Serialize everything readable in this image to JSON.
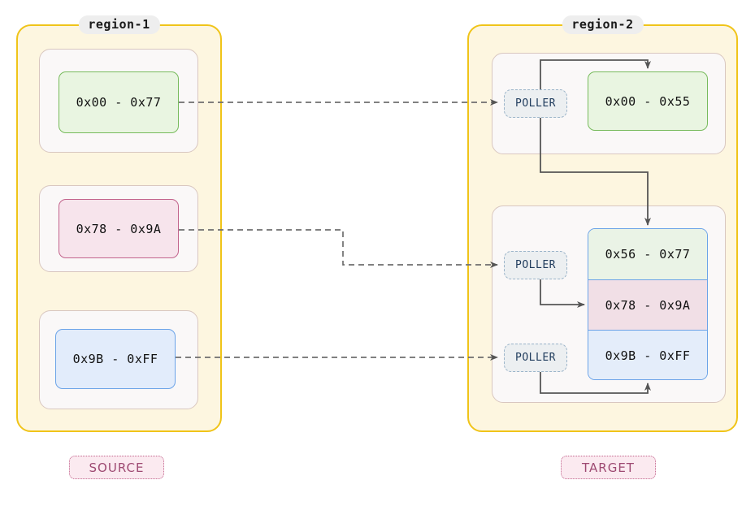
{
  "diagram": {
    "background": "#ffffff",
    "accent_region": "#f0c419",
    "accent_green": "#77bb5c",
    "accent_pink": "#c2638c",
    "accent_blue": "#6ba3e8",
    "edge_color": "#6e6e6e"
  },
  "regions": [
    {
      "id": "region-1",
      "label": "region-1",
      "role_caption": "SOURCE",
      "blocks": [
        {
          "label": "0x00 - 0x77",
          "color": "green"
        },
        {
          "label": "0x78 - 0x9A",
          "color": "pink"
        },
        {
          "label": "0x9B - 0xFF",
          "color": "blue"
        }
      ]
    },
    {
      "id": "region-2",
      "label": "region-2",
      "role_caption": "TARGET",
      "pollers": [
        {
          "label": "POLLER"
        },
        {
          "label": "POLLER"
        },
        {
          "label": "POLLER"
        }
      ],
      "panels": [
        {
          "id": "target-panel-top",
          "blocks": [
            {
              "label": "0x00 - 0x55",
              "color": "green"
            }
          ]
        },
        {
          "id": "target-panel-bottom",
          "stack": [
            {
              "label": "0x56 - 0x77",
              "color": "green"
            },
            {
              "label": "0x78 - 0x9A",
              "color": "pink"
            },
            {
              "label": "0x9B - 0xFF",
              "color": "blue"
            }
          ]
        }
      ]
    }
  ],
  "captions": {
    "source": "SOURCE",
    "target": "TARGET"
  }
}
